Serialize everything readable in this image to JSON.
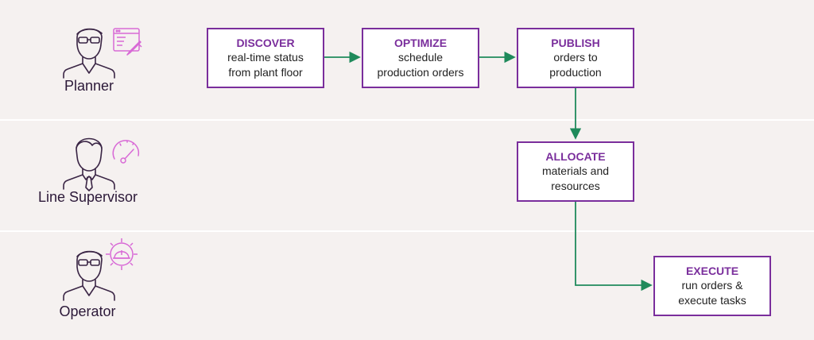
{
  "roles": [
    {
      "name": "Planner",
      "person_icon": "person-glasses-icon",
      "badge_icon": "browser-edit-icon"
    },
    {
      "name": "Line Supervisor",
      "person_icon": "person-tie-icon",
      "badge_icon": "gauge-icon"
    },
    {
      "name": "Operator",
      "person_icon": "person-glasses-icon",
      "badge_icon": "gear-hardhat-icon"
    }
  ],
  "steps": {
    "discover": {
      "title": "DISCOVER",
      "lines": [
        "real-time status",
        "from plant floor"
      ]
    },
    "optimize": {
      "title": "OPTIMIZE",
      "lines": [
        "schedule",
        "production orders"
      ]
    },
    "publish": {
      "title": "PUBLISH",
      "lines": [
        "orders to",
        "production"
      ]
    },
    "allocate": {
      "title": "ALLOCATE",
      "lines": [
        "materials and",
        "resources"
      ]
    },
    "execute": {
      "title": "EXECUTE",
      "lines": [
        "run orders &",
        "execute tasks"
      ]
    }
  },
  "colors": {
    "accent": "#7a2e9c",
    "arrow": "#1f8a5b",
    "badge": "#d86ad6",
    "background": "#f5f1f0",
    "icon_line": "#3a2545"
  }
}
